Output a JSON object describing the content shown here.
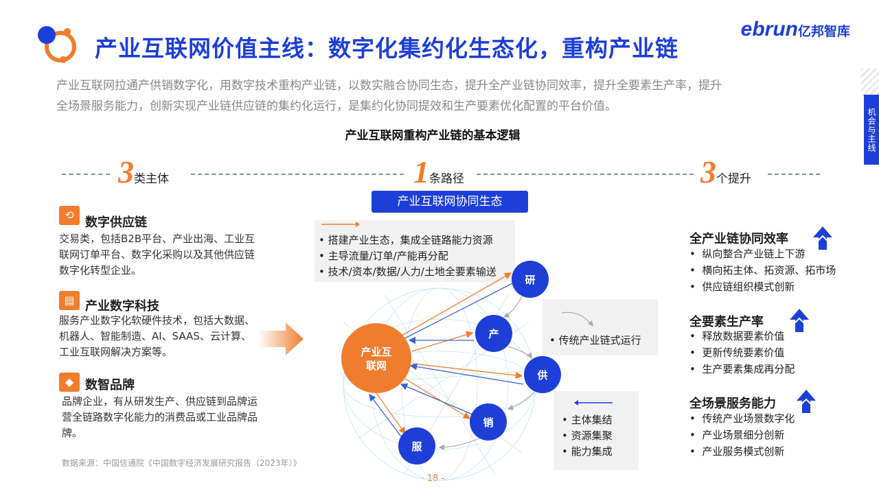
{
  "header": {
    "title": "产业互联网价值主线：数字化集约化生态化，重构产业链",
    "brand_latin": "ebrun",
    "brand_cn": "亿邦智库",
    "side_tab": "机会与主线"
  },
  "subtitle": {
    "line1": "产业互联网拉通产供销数字化，用数字技术重构产业链，以数实融合协同生态，提升全产业链协同效率，提升全要素生产率，提升",
    "line2": "全场景服务能力，创新实现产业链供应链的集约化运行，是集约化协同提效和生产要素优化配置的平台价值。"
  },
  "diagram_title": "产业互联网重构产业链的基本逻辑",
  "section_headers": {
    "left": {
      "num": "3",
      "label": "类主体"
    },
    "center": {
      "num": "1",
      "label": "条路径"
    },
    "right": {
      "num": "3",
      "label": "个提升"
    }
  },
  "categories": [
    {
      "title": "数字供应链",
      "desc": "交易类，包括B2B平台、产业出海、工业互联网订单平台、数字化采购以及其他供应链数字化转型企业。"
    },
    {
      "title": "产业数字科技",
      "desc": "服务产业数字化软硬件技术，包括大数据、机器人、智能制造、AI、SAAS、云计算、工业互联网解决方案等。"
    },
    {
      "title": "数智品牌",
      "desc": "品牌企业，有从研发生产、供应链到品牌运营全链路数字化能力的消费品或工业品牌品牌。"
    }
  ],
  "center": {
    "pill": "产业互联网协同生态",
    "hub": {
      "line1": "产业互",
      "line2": "联网"
    },
    "nodes": [
      "研",
      "产",
      "供",
      "销",
      "服"
    ],
    "top_box": [
      "搭建产业生态，集成全链路能力资源",
      "主导流量/订单/产能再分配",
      "技术/资本/数据/人力/土地全要素输送"
    ],
    "mid_box": [
      "传统产业链式运行"
    ],
    "bottom_box": [
      "主体集结",
      "资源集聚",
      "能力集成"
    ]
  },
  "improvements": [
    {
      "title": "全产业链协同效率",
      "items": [
        "纵向整合产业链上下游",
        "横向拓主体、拓资源、拓市场",
        "供应链组织模式创新"
      ]
    },
    {
      "title": "全要素生产率",
      "items": [
        "释放数据要素价值",
        "更新传统要素价值",
        "生产要素集成再分配"
      ]
    },
    {
      "title": "全场景服务能力",
      "items": [
        "传统产业场景数字化",
        "产业场景细分创新",
        "产业服务模式创新"
      ]
    }
  ],
  "source": "数据来源：中国信通院《中国数字经济发展研究报告（2023年）》",
  "page_number": "- 18 -",
  "colors": {
    "primary_blue": "#1d3fd8",
    "accent_orange": "#f07d2e",
    "panel_grey": "#f1f1f1"
  }
}
